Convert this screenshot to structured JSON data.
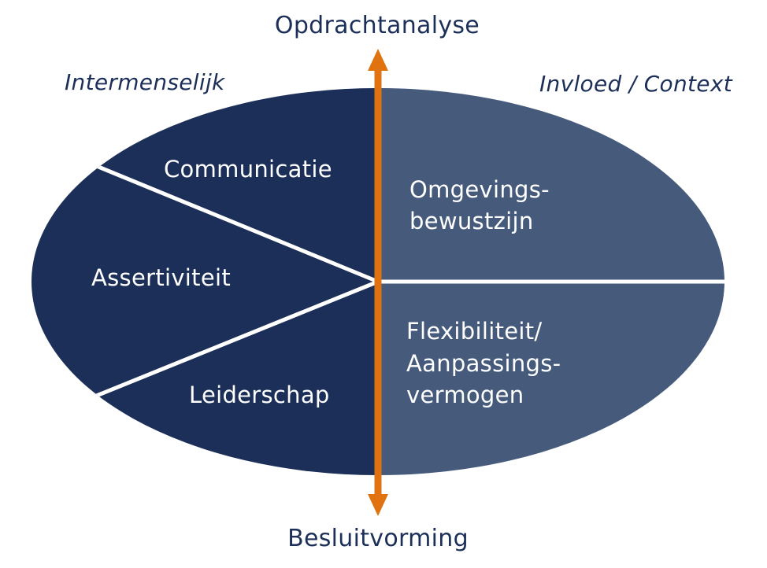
{
  "axis": {
    "top_label": "Opdrachtanalyse",
    "bottom_label": "Besluitvorming"
  },
  "quadrants": {
    "left_heading": "Intermenselijk",
    "right_heading": "Invloed / Context"
  },
  "segments": {
    "communicatie": "Communicatie",
    "assertiviteit": "Assertiviteit",
    "leiderschap": "Leiderschap",
    "omgevings_line1": "Omgevings-",
    "omgevings_line2": "bewustzijn",
    "flex_line1": "Flexibiliteit/",
    "flex_line2": "Aanpassings-",
    "flex_line3": "vermogen"
  },
  "colors": {
    "left_fill": "#1c2f58",
    "right_fill": "#465a7b",
    "arrow": "#e0720f",
    "divider": "#ffffff",
    "heading_text": "#1c2f58"
  }
}
